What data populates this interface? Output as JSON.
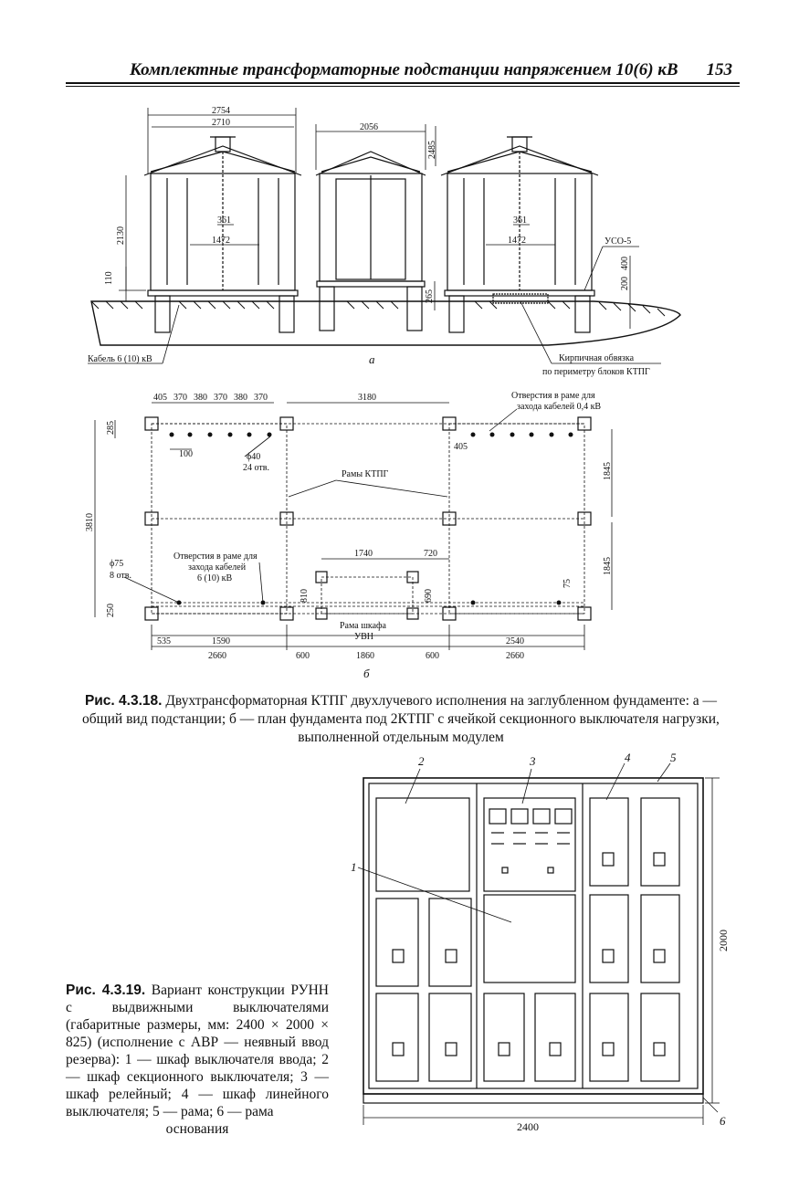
{
  "header": {
    "title": "Комплектные трансформаторные подстанции напряжением 10(6) кВ",
    "page_number": "153"
  },
  "figure_1": {
    "view_a": {
      "dims": {
        "w2754": "2754",
        "w2710": "2710",
        "w2056": "2056",
        "h2485": "2485",
        "h2130": "2130",
        "h110": "110",
        "w1472_left": "1472",
        "w1472_right": "1472",
        "d361_left": "361",
        "d361_right": "361",
        "d265": "265",
        "d200": "200",
        "d400": "400"
      },
      "labels": {
        "uso": "УСО-5",
        "cable": "Кабель 6 (10) кВ",
        "brick_line1": "Кирпичная обвязка",
        "brick_line2": "по периметру блоков КТПГ",
        "letter": "а"
      }
    },
    "view_b": {
      "dims": {
        "t405": "405",
        "t370a": "370",
        "t380a": "380",
        "t370b": "370",
        "t380b": "380",
        "t370c": "370",
        "t3180": "3180",
        "d285": "285",
        "d3810": "3810",
        "d100": "100",
        "phi40": "ϕ40",
        "holes24": "24 отв.",
        "d405r": "405",
        "d1845a": "1845",
        "d1845b": "1845",
        "d1740": "1740",
        "d720": "720",
        "d810": "810",
        "d690": "690",
        "d75": "75",
        "d250": "250",
        "phi75": "ϕ75",
        "holes8": "8 отв.",
        "b535": "535",
        "b1590": "1590",
        "b2660a": "2660",
        "b600a": "600",
        "b1860": "1860",
        "b600b": "600",
        "b2540": "2540",
        "b2660b": "2660"
      },
      "labels": {
        "holes_04_line1": "Отверстия в раме для",
        "holes_04_line2": "захода кабелей 0,4 кВ",
        "frames": "Рамы КТПГ",
        "holes_6_line1": "Отверстия в раме для",
        "holes_6_line2": "захода кабелей",
        "holes_6_line3": "6 (10) кВ",
        "uvn_line1": "Рама шкафа",
        "uvn_line2": "УВН",
        "letter": "б"
      }
    },
    "caption": {
      "label": "Рис. 4.3.18.",
      "text": "Двухтрансформаторная КТПГ двухлучевого исполнения на заглубленном фундаменте: а — общий вид подстанции; б — план фундамента под 2КТПГ с ячейкой секционного выключателя нагрузки, выполненной отдельным модулем"
    }
  },
  "figure_2": {
    "dims": {
      "height": "2000",
      "width": "2400"
    },
    "callouts": [
      "1",
      "2",
      "3",
      "4",
      "5",
      "6"
    ],
    "caption": {
      "label": "Рис. 4.3.19.",
      "text": "Вариант конструкции РУНН с выдвижными выключателями (габаритные размеры, мм: 2400 × 2000 × 825) (исполнение с АВР — неявный ввод резерва): 1 — шкаф выключателя ввода; 2 — шкаф секционного выключателя; 3 — шкаф релейный; 4 — шкаф линейного выключателя; 5 — рама; 6 — рама",
      "last_line": "основания"
    }
  }
}
